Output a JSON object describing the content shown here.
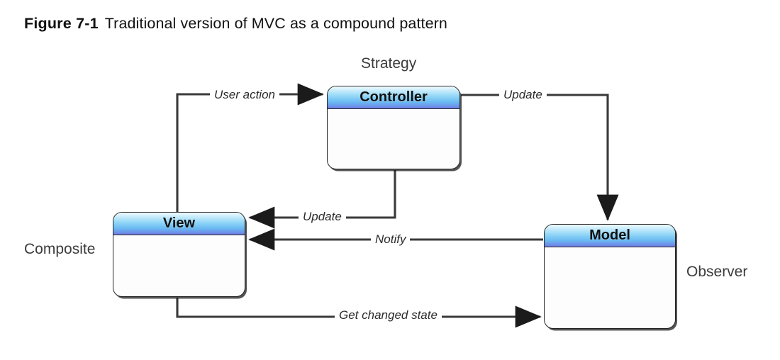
{
  "figure": {
    "label": "Figure 7-1",
    "title": "Traditional version of MVC as a compound pattern"
  },
  "nodes": [
    {
      "id": "controller",
      "name": "Controller",
      "pattern": "Strategy",
      "pattern_position": "above"
    },
    {
      "id": "view",
      "name": "View",
      "pattern": "Composite",
      "pattern_position": "left"
    },
    {
      "id": "model",
      "name": "Model",
      "pattern": "Observer",
      "pattern_position": "right"
    }
  ],
  "edges": [
    {
      "id": "user-action",
      "label": "User action",
      "from": "view",
      "to": "controller"
    },
    {
      "id": "update-model",
      "label": "Update",
      "from": "controller",
      "to": "model"
    },
    {
      "id": "update-view",
      "label": "Update",
      "from": "controller",
      "to": "view"
    },
    {
      "id": "notify",
      "label": "Notify",
      "from": "model",
      "to": "view"
    },
    {
      "id": "get-changed-state",
      "label": "Get changed state",
      "from": "view",
      "to": "model"
    }
  ],
  "colors": {
    "header_gradient_top": "#f4fcff",
    "header_gradient_mid": "#92d7f7",
    "header_gradient_bottom": "#6b7fe3",
    "box_body": "#fcfcfc",
    "stroke": "#262626",
    "text": "#1a1a1a",
    "pattern_label": "#3c3c3c",
    "background": "#ffffff"
  }
}
